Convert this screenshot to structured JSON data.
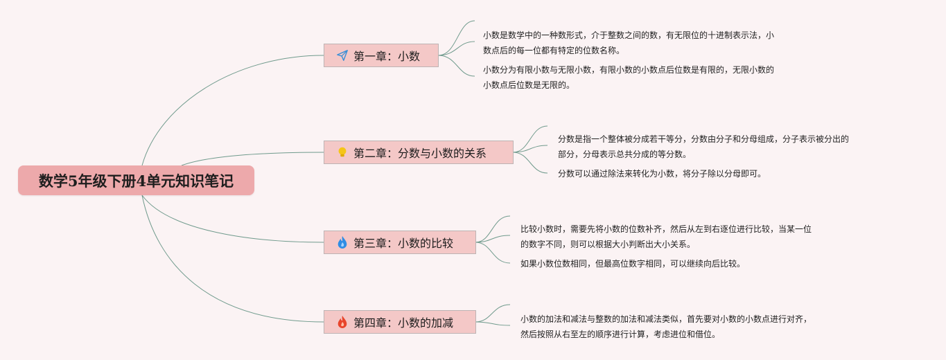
{
  "root": {
    "title": "数学5年级下册4单元知识笔记"
  },
  "chapters": [
    {
      "title": "第一章：小数",
      "icon": "paper-plane-icon",
      "notes": [
        [
          "小数是数学中的一种数形式，介于整数之间的数，有无限位的十进制表示法，小",
          "数点后的每一位都有特定的位数名称。"
        ],
        [
          "小数分为有限小数与无限小数，有限小数的小数点后位数是有限的，无限小数的",
          "小数点后位数是无限的。"
        ]
      ]
    },
    {
      "title": "第二章：分数与小数的关系",
      "icon": "lightbulb-icon",
      "notes": [
        [
          "分数是指一个整体被分成若干等分，分数由分子和分母组成，分子表示被分出的",
          "部分，分母表示总共分成的等分数。"
        ],
        [
          "分数可以通过除法来转化为小数，将分子除以分母即可。"
        ]
      ]
    },
    {
      "title": "第三章：小数的比较",
      "icon": "blue-flame-icon",
      "notes": [
        [
          "比较小数时，需要先将小数的位数补齐，然后从左到右逐位进行比较，当某一位",
          "的数字不同，则可以根据大小判断出大小关系。"
        ],
        [
          "如果小数位数相同，但最高位数字相同，可以继续向后比较。"
        ]
      ]
    },
    {
      "title": "第四章：小数的加减",
      "icon": "red-flame-icon",
      "notes": [
        [
          "小数的加法和减法与整数的加法和减法类似，首先要对小数的小数点进行对齐，",
          "然后按照从右至左的顺序进行计算，考虑进位和借位。"
        ]
      ]
    }
  ],
  "colors": {
    "background": "#fbf3f4",
    "root_fill": "#eda9ab",
    "chapter_fill": "#f4c8c7",
    "connector": "#6f9a8c"
  }
}
